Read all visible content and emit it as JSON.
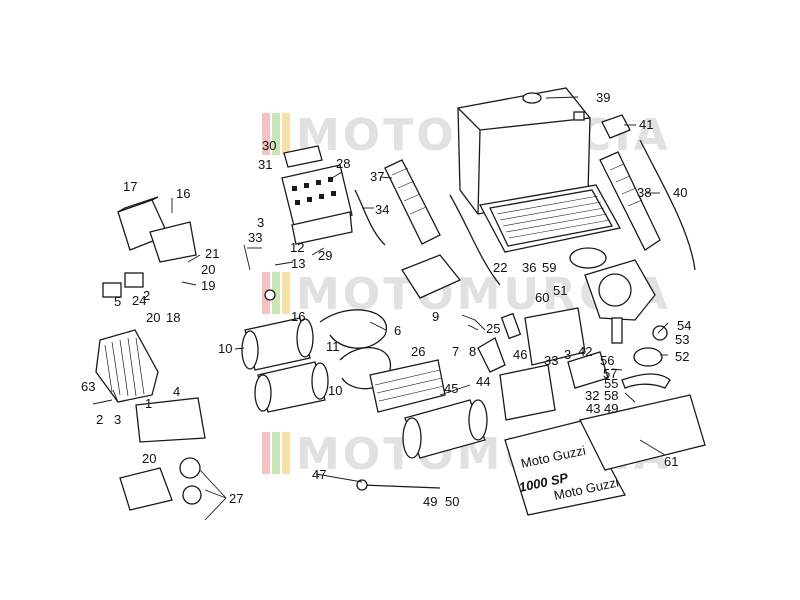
{
  "watermark": {
    "text": "MOTOMURCIA",
    "stripe_colors": [
      "#f4c2c2",
      "#c9e6b8",
      "#f6e2a8"
    ]
  },
  "booklet": {
    "model_text": "1000 SP",
    "footer_text": "Moto Guzzi",
    "brand_text": "Moto Guzzi"
  },
  "callouts": [
    {
      "id": "c39",
      "text": "39"
    },
    {
      "id": "c41",
      "text": "41"
    },
    {
      "id": "c30",
      "text": "30"
    },
    {
      "id": "c31",
      "text": "31"
    },
    {
      "id": "c28",
      "text": "28"
    },
    {
      "id": "c37",
      "text": "37"
    },
    {
      "id": "c38",
      "text": "38"
    },
    {
      "id": "c40",
      "text": "40"
    },
    {
      "id": "c17",
      "text": "17"
    },
    {
      "id": "c16a",
      "text": "16"
    },
    {
      "id": "c3a",
      "text": "3"
    },
    {
      "id": "c33a",
      "text": "33"
    },
    {
      "id": "c12",
      "text": "12"
    },
    {
      "id": "c34",
      "text": "34"
    },
    {
      "id": "c13",
      "text": "13"
    },
    {
      "id": "c29",
      "text": "29"
    },
    {
      "id": "c22",
      "text": "22"
    },
    {
      "id": "c36",
      "text": "36"
    },
    {
      "id": "c59",
      "text": "59"
    },
    {
      "id": "c21",
      "text": "21"
    },
    {
      "id": "c20a",
      "text": "20"
    },
    {
      "id": "c19",
      "text": "19"
    },
    {
      "id": "c60",
      "text": "60"
    },
    {
      "id": "c51",
      "text": "51"
    },
    {
      "id": "c5",
      "text": "5"
    },
    {
      "id": "c24",
      "text": "24"
    },
    {
      "id": "c2a",
      "text": "2"
    },
    {
      "id": "c20b",
      "text": "20"
    },
    {
      "id": "c18",
      "text": "18"
    },
    {
      "id": "c16b",
      "text": "16"
    },
    {
      "id": "c9",
      "text": "9"
    },
    {
      "id": "c25",
      "text": "25"
    },
    {
      "id": "c54",
      "text": "54"
    },
    {
      "id": "c53",
      "text": "53"
    },
    {
      "id": "c6",
      "text": "6"
    },
    {
      "id": "c10a",
      "text": "10"
    },
    {
      "id": "c11",
      "text": "11"
    },
    {
      "id": "c26",
      "text": "26"
    },
    {
      "id": "c7",
      "text": "7"
    },
    {
      "id": "c8",
      "text": "8"
    },
    {
      "id": "c46",
      "text": "46"
    },
    {
      "id": "c33b",
      "text": "33"
    },
    {
      "id": "c3b",
      "text": "3"
    },
    {
      "id": "c42",
      "text": "42"
    },
    {
      "id": "c56",
      "text": "56"
    },
    {
      "id": "c52",
      "text": "52"
    },
    {
      "id": "c63",
      "text": "63"
    },
    {
      "id": "c45",
      "text": "45"
    },
    {
      "id": "c44",
      "text": "44"
    },
    {
      "id": "c57",
      "text": "57"
    },
    {
      "id": "c55",
      "text": "55"
    },
    {
      "id": "c10b",
      "text": "10"
    },
    {
      "id": "c32",
      "text": "32"
    },
    {
      "id": "c58",
      "text": "58"
    },
    {
      "id": "c4",
      "text": "4"
    },
    {
      "id": "c43",
      "text": "43"
    },
    {
      "id": "c49a",
      "text": "49"
    },
    {
      "id": "c2b",
      "text": "2"
    },
    {
      "id": "c3c",
      "text": "3"
    },
    {
      "id": "c1",
      "text": "1"
    },
    {
      "id": "c61",
      "text": "61"
    },
    {
      "id": "c20c",
      "text": "20"
    },
    {
      "id": "c27",
      "text": "27"
    },
    {
      "id": "c47",
      "text": "47"
    },
    {
      "id": "c49b",
      "text": "49"
    },
    {
      "id": "c50",
      "text": "50"
    }
  ]
}
